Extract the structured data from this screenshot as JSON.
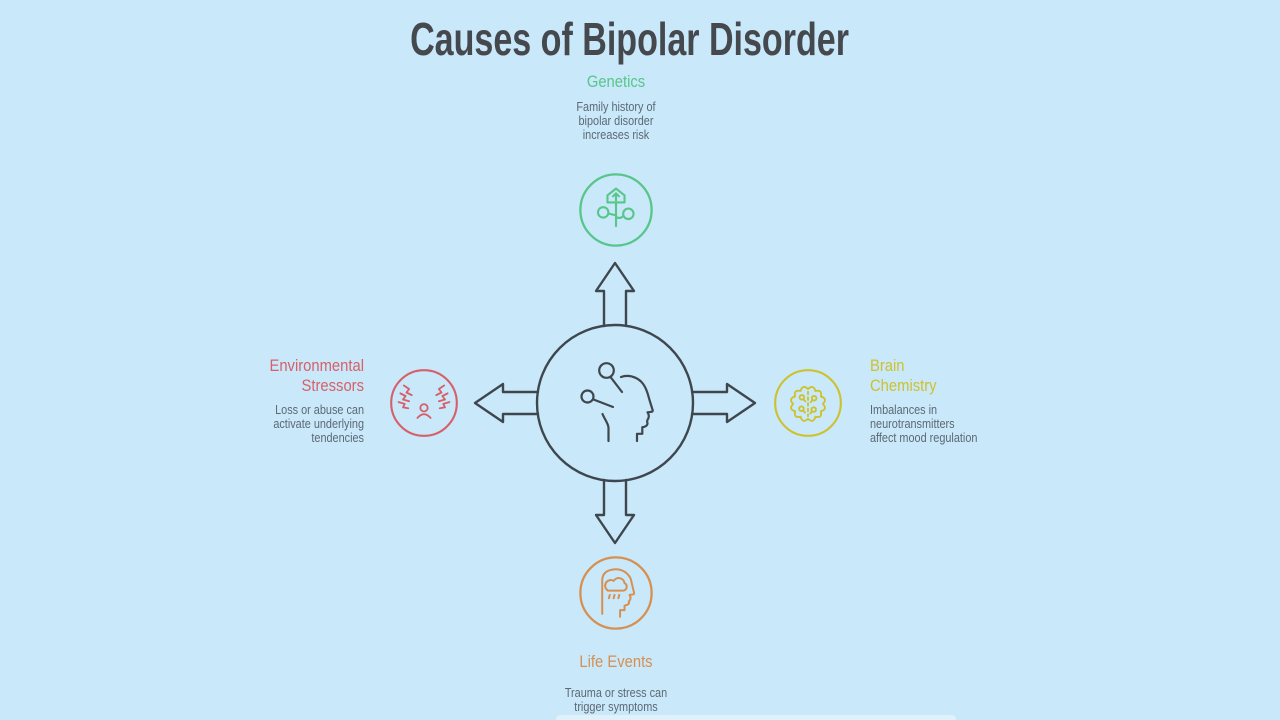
{
  "title": "Causes of Bipolar Disorder",
  "colors": {
    "background": "#c9e8fa",
    "title_text": "#45494e",
    "description_text": "#5d6974",
    "hub_outline": "#3f474e"
  },
  "center": {
    "icon": "head-with-neurons-icon",
    "arrows": [
      "up",
      "left",
      "right",
      "down"
    ]
  },
  "causes": [
    {
      "id": "genetics",
      "position": "top",
      "label": "Genetics",
      "description": "Family history of\nbipolar disorder\nincreases risk",
      "color": "#57c689",
      "icon": "family-tree-icon"
    },
    {
      "id": "environmental-stressors",
      "position": "left",
      "label": "Environmental Stressors",
      "description": "Loss or abuse can\nactivate underlying\ntendencies",
      "color": "#d6606a",
      "icon": "conflict-hands-icon"
    },
    {
      "id": "brain-chemistry",
      "position": "right",
      "label": "Brain Chemistry",
      "description": "Imbalances in\nneurotransmitters\naffect mood regulation",
      "color": "#cdc22d",
      "icon": "brain-icon"
    },
    {
      "id": "life-events",
      "position": "bottom",
      "label": "Life Events",
      "description": "Trauma or stress can\ntrigger symptoms",
      "color": "#d69051",
      "icon": "head-rain-cloud-icon"
    }
  ]
}
